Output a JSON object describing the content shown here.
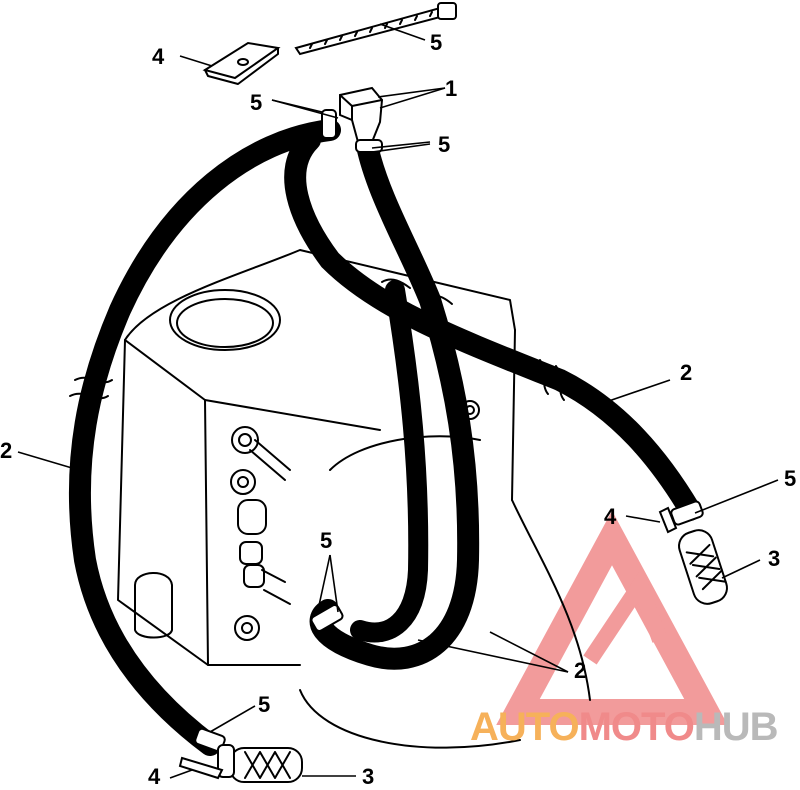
{
  "labels": {
    "top_cable_tie": "5",
    "top_bracket": "4",
    "fitting": "1",
    "clamp_left": "5",
    "clamp_right": "5",
    "hose_left": "2",
    "hose_right": "2",
    "hose_bottom": "2",
    "clamp_center": "5",
    "clamp_right_lower": "5",
    "bracket_right": "4",
    "filter_right": "3",
    "clamp_bottom": "5",
    "bracket_bottom": "4",
    "filter_bottom": "3"
  },
  "watermark": {
    "part1": "AUTO",
    "part2": "MOTO",
    "part3": "HUB",
    "color_primary": "#f08a8a",
    "color_secondary": "#f6b15a",
    "color_dark": "#b9b9b9"
  }
}
